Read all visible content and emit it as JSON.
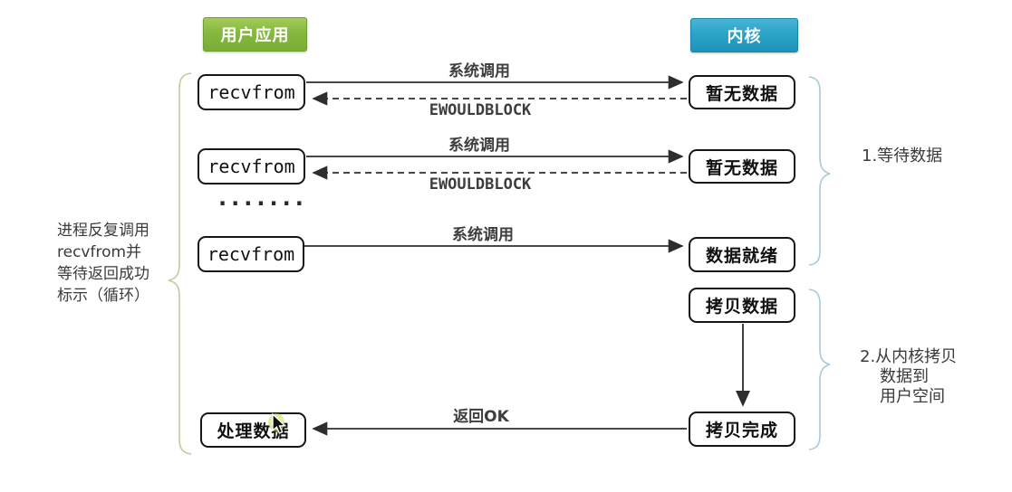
{
  "colors": {
    "user_app_green": "#86b83e",
    "kernel_blue": "#2aa4c8",
    "left_brace": "#c8c69a",
    "right_brace": "#a3cbda",
    "line": "#2e2e2e"
  },
  "headers": {
    "user_app": {
      "label": "用户应用"
    },
    "kernel": {
      "label": "内核"
    }
  },
  "left_note": {
    "lines": [
      "进程反复调用",
      "recvfrom并",
      "等待返回成功",
      "标示（循环）"
    ]
  },
  "flow": {
    "rows": [
      {
        "left_box": "recvfrom",
        "right_box": "暂无数据",
        "call_label": "系统调用",
        "return_label": "EWOULDBLOCK"
      },
      {
        "left_box": "recvfrom",
        "right_box": "暂无数据",
        "call_label": "系统调用",
        "return_label": "EWOULDBLOCK"
      },
      {
        "left_box": "recvfrom",
        "right_box": "数据就绪",
        "call_label": "系统调用"
      }
    ],
    "ellipsis": "·······",
    "copy_data_box": "拷贝数据",
    "copy_done_box": "拷贝完成",
    "process_box": "处理数据",
    "return_ok_label": "返回OK"
  },
  "annotations": {
    "step1": "1.等待数据",
    "step2_lines": [
      "2.从内核拷贝",
      "数据到",
      "用户空间"
    ]
  }
}
